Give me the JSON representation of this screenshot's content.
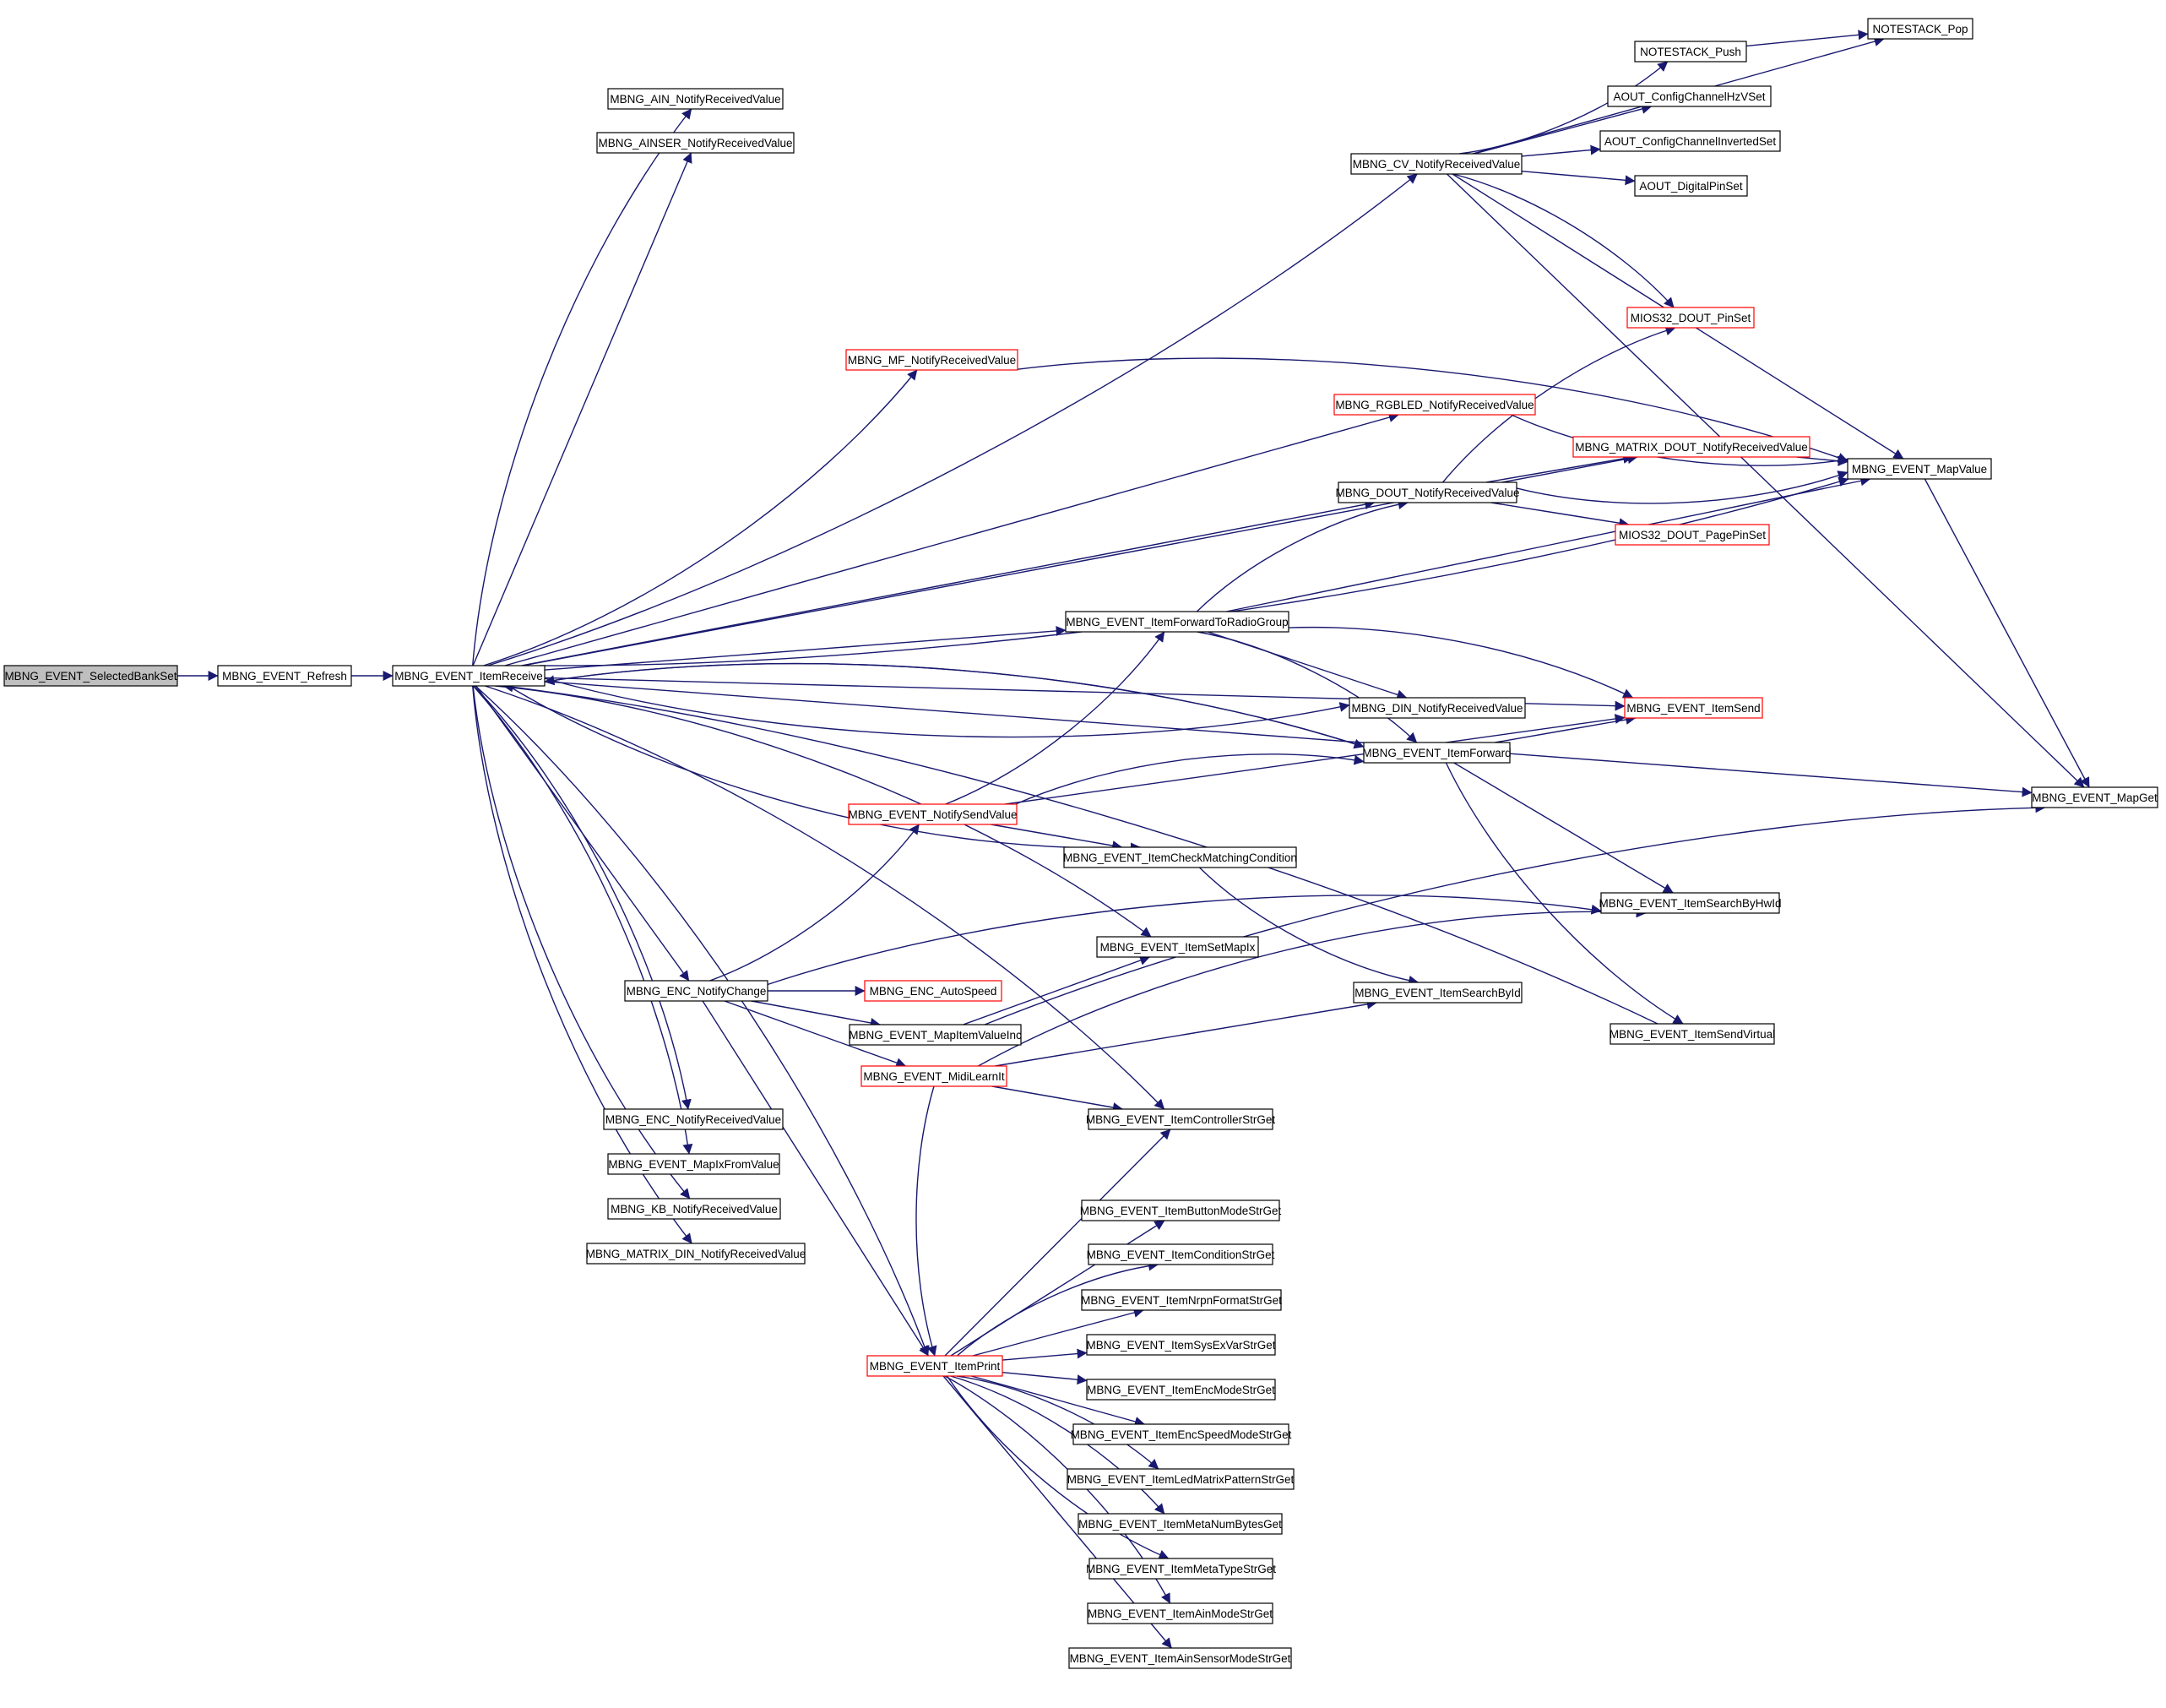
{
  "graph": {
    "edge_color": "#191970",
    "truncated_border_color": "#ff0000",
    "root_fill_color": "#bfbfbf",
    "nodes": [
      {
        "id": "selectedbankset",
        "label": "MBNG_EVENT_SelectedBankSet",
        "style": "root"
      },
      {
        "id": "refresh",
        "label": "MBNG_EVENT_Refresh",
        "style": "normal"
      },
      {
        "id": "itemreceive",
        "label": "MBNG_EVENT_ItemReceive",
        "style": "normal"
      },
      {
        "id": "ain_nrv",
        "label": "MBNG_AIN_NotifyReceivedValue",
        "style": "normal"
      },
      {
        "id": "ainser_nrv",
        "label": "MBNG_AINSER_NotifyReceivedValue",
        "style": "normal"
      },
      {
        "id": "cv_nrv",
        "label": "MBNG_CV_NotifyReceivedValue",
        "style": "normal"
      },
      {
        "id": "mf_nrv",
        "label": "MBNG_MF_NotifyReceivedValue",
        "style": "truncated"
      },
      {
        "id": "rgbled_nrv",
        "label": "MBNG_RGBLED_NotifyReceivedValue",
        "style": "truncated"
      },
      {
        "id": "matrix_dout_nrv",
        "label": "MBNG_MATRIX_DOUT_NotifyReceivedValue",
        "style": "truncated"
      },
      {
        "id": "dout_nrv",
        "label": "MBNG_DOUT_NotifyReceivedValue",
        "style": "normal"
      },
      {
        "id": "fwd_radio",
        "label": "MBNG_EVENT_ItemForwardToRadioGroup",
        "style": "normal"
      },
      {
        "id": "din_nrv",
        "label": "MBNG_DIN_NotifyReceivedValue",
        "style": "normal"
      },
      {
        "id": "itemforward",
        "label": "MBNG_EVENT_ItemForward",
        "style": "normal"
      },
      {
        "id": "itemsend",
        "label": "MBNG_EVENT_ItemSend",
        "style": "truncated"
      },
      {
        "id": "notifysendvalue",
        "label": "MBNG_EVENT_NotifySendValue",
        "style": "truncated"
      },
      {
        "id": "checkmatching",
        "label": "MBNG_EVENT_ItemCheckMatchingCondition",
        "style": "normal"
      },
      {
        "id": "searchbyhwid",
        "label": "MBNG_EVENT_ItemSearchByHwId",
        "style": "normal"
      },
      {
        "id": "setmapix",
        "label": "MBNG_EVENT_ItemSetMapIx",
        "style": "normal"
      },
      {
        "id": "enc_nc",
        "label": "MBNG_ENC_NotifyChange",
        "style": "normal"
      },
      {
        "id": "enc_autospeed",
        "label": "MBNG_ENC_AutoSpeed",
        "style": "truncated"
      },
      {
        "id": "searchbyid",
        "label": "MBNG_EVENT_ItemSearchById",
        "style": "normal"
      },
      {
        "id": "mapitemvalueinc",
        "label": "MBNG_EVENT_MapItemValueInc",
        "style": "normal"
      },
      {
        "id": "sendvirtual",
        "label": "MBNG_EVENT_ItemSendVirtual",
        "style": "normal"
      },
      {
        "id": "midilearnit",
        "label": "MBNG_EVENT_MidiLearnIt",
        "style": "truncated"
      },
      {
        "id": "controllerstrget",
        "label": "MBNG_EVENT_ItemControllerStrGet",
        "style": "normal"
      },
      {
        "id": "enc_nrv",
        "label": "MBNG_ENC_NotifyReceivedValue",
        "style": "normal"
      },
      {
        "id": "mapixfromvalue",
        "label": "MBNG_EVENT_MapIxFromValue",
        "style": "normal"
      },
      {
        "id": "kb_nrv",
        "label": "MBNG_KB_NotifyReceivedValue",
        "style": "normal"
      },
      {
        "id": "matrix_din_nrv",
        "label": "MBNG_MATRIX_DIN_NotifyReceivedValue",
        "style": "normal"
      },
      {
        "id": "buttonmode",
        "label": "MBNG_EVENT_ItemButtonModeStrGet",
        "style": "normal"
      },
      {
        "id": "conditionstr",
        "label": "MBNG_EVENT_ItemConditionStrGet",
        "style": "normal"
      },
      {
        "id": "nrpnformat",
        "label": "MBNG_EVENT_ItemNrpnFormatStrGet",
        "style": "normal"
      },
      {
        "id": "sysexvar",
        "label": "MBNG_EVENT_ItemSysExVarStrGet",
        "style": "normal"
      },
      {
        "id": "itemprint",
        "label": "MBNG_EVENT_ItemPrint",
        "style": "truncated"
      },
      {
        "id": "encmode",
        "label": "MBNG_EVENT_ItemEncModeStrGet",
        "style": "normal"
      },
      {
        "id": "encspeedmode",
        "label": "MBNG_EVENT_ItemEncSpeedModeStrGet",
        "style": "normal"
      },
      {
        "id": "ledmatrixpattern",
        "label": "MBNG_EVENT_ItemLedMatrixPatternStrGet",
        "style": "normal"
      },
      {
        "id": "metanumbytes",
        "label": "MBNG_EVENT_ItemMetaNumBytesGet",
        "style": "normal"
      },
      {
        "id": "metatype",
        "label": "MBNG_EVENT_ItemMetaTypeStrGet",
        "style": "normal"
      },
      {
        "id": "ainmode",
        "label": "MBNG_EVENT_ItemAinModeStrGet",
        "style": "normal"
      },
      {
        "id": "ainsensormode",
        "label": "MBNG_EVENT_ItemAinSensorModeStrGet",
        "style": "normal"
      },
      {
        "id": "notestack_pop",
        "label": "NOTESTACK_Pop",
        "style": "normal"
      },
      {
        "id": "notestack_push",
        "label": "NOTESTACK_Push",
        "style": "normal"
      },
      {
        "id": "aout_hzv",
        "label": "AOUT_ConfigChannelHzVSet",
        "style": "normal"
      },
      {
        "id": "aout_inverted",
        "label": "AOUT_ConfigChannelInvertedSet",
        "style": "normal"
      },
      {
        "id": "aout_digital",
        "label": "AOUT_DigitalPinSet",
        "style": "normal"
      },
      {
        "id": "mios_dout_pinset",
        "label": "MIOS32_DOUT_PinSet",
        "style": "truncated"
      },
      {
        "id": "mapvalue",
        "label": "MBNG_EVENT_MapValue",
        "style": "normal"
      },
      {
        "id": "mios_dout_pagepinset",
        "label": "MIOS32_DOUT_PagePinSet",
        "style": "truncated"
      },
      {
        "id": "mapget",
        "label": "MBNG_EVENT_MapGet",
        "style": "normal"
      }
    ],
    "edges": [
      [
        "selectedbankset",
        "refresh"
      ],
      [
        "refresh",
        "itemreceive"
      ],
      [
        "itemreceive",
        "ain_nrv"
      ],
      [
        "itemreceive",
        "ainser_nrv"
      ],
      [
        "itemreceive",
        "cv_nrv"
      ],
      [
        "itemreceive",
        "mapget"
      ],
      [
        "itemreceive",
        "mf_nrv"
      ],
      [
        "itemreceive",
        "rgbled_nrv"
      ],
      [
        "itemreceive",
        "matrix_dout_nrv"
      ],
      [
        "itemreceive",
        "dout_nrv"
      ],
      [
        "itemreceive",
        "mapvalue"
      ],
      [
        "itemreceive",
        "itemsend"
      ],
      [
        "itemreceive",
        "fwd_radio"
      ],
      [
        "itemreceive",
        "din_nrv"
      ],
      [
        "itemreceive",
        "itemforward"
      ],
      [
        "itemreceive",
        "checkmatching"
      ],
      [
        "itemreceive",
        "setmapix"
      ],
      [
        "itemreceive",
        "enc_nc"
      ],
      [
        "itemreceive",
        "controllerstrget"
      ],
      [
        "itemreceive",
        "mapixfromvalue"
      ],
      [
        "itemreceive",
        "enc_nrv"
      ],
      [
        "itemreceive",
        "kb_nrv"
      ],
      [
        "itemreceive",
        "matrix_din_nrv"
      ],
      [
        "itemreceive",
        "itemprint"
      ],
      [
        "cv_nrv",
        "notestack_pop"
      ],
      [
        "cv_nrv",
        "notestack_push"
      ],
      [
        "notestack_push",
        "notestack_pop"
      ],
      [
        "cv_nrv",
        "aout_hzv"
      ],
      [
        "cv_nrv",
        "aout_inverted"
      ],
      [
        "cv_nrv",
        "aout_digital"
      ],
      [
        "cv_nrv",
        "mios_dout_pinset"
      ],
      [
        "cv_nrv",
        "mapvalue"
      ],
      [
        "cv_nrv",
        "mapget"
      ],
      [
        "mf_nrv",
        "mapvalue"
      ],
      [
        "rgbled_nrv",
        "mapvalue"
      ],
      [
        "matrix_dout_nrv",
        "mapvalue"
      ],
      [
        "dout_nrv",
        "mios_dout_pinset"
      ],
      [
        "dout_nrv",
        "matrix_dout_nrv"
      ],
      [
        "dout_nrv",
        "mapvalue"
      ],
      [
        "dout_nrv",
        "mios_dout_pagepinset"
      ],
      [
        "mapvalue",
        "mapget"
      ],
      [
        "fwd_radio",
        "dout_nrv"
      ],
      [
        "fwd_radio",
        "mapvalue"
      ],
      [
        "fwd_radio",
        "itemsend"
      ],
      [
        "fwd_radio",
        "din_nrv"
      ],
      [
        "fwd_radio",
        "itemforward"
      ],
      [
        "itemforward",
        "itemreceive"
      ],
      [
        "itemforward",
        "itemsend"
      ],
      [
        "itemforward",
        "searchbyhwid"
      ],
      [
        "itemforward",
        "sendvirtual"
      ],
      [
        "notifysendvalue",
        "fwd_radio"
      ],
      [
        "notifysendvalue",
        "itemforward"
      ],
      [
        "notifysendvalue",
        "itemsend"
      ],
      [
        "notifysendvalue",
        "checkmatching"
      ],
      [
        "checkmatching",
        "searchbyid"
      ],
      [
        "enc_nc",
        "notifysendvalue"
      ],
      [
        "enc_nc",
        "searchbyhwid"
      ],
      [
        "enc_nc",
        "enc_autospeed"
      ],
      [
        "enc_nc",
        "mapitemvalueinc"
      ],
      [
        "enc_nc",
        "midilearnit"
      ],
      [
        "enc_nc",
        "itemprint"
      ],
      [
        "mapitemvalueinc",
        "setmapix"
      ],
      [
        "mapitemvalueinc",
        "mapget"
      ],
      [
        "midilearnit",
        "searchbyid"
      ],
      [
        "midilearnit",
        "searchbyhwid"
      ],
      [
        "midilearnit",
        "controllerstrget"
      ],
      [
        "midilearnit",
        "itemprint"
      ],
      [
        "sendvirtual",
        "itemreceive"
      ],
      [
        "itemprint",
        "controllerstrget"
      ],
      [
        "itemprint",
        "buttonmode"
      ],
      [
        "itemprint",
        "conditionstr"
      ],
      [
        "itemprint",
        "nrpnformat"
      ],
      [
        "itemprint",
        "sysexvar"
      ],
      [
        "itemprint",
        "encmode"
      ],
      [
        "itemprint",
        "encspeedmode"
      ],
      [
        "itemprint",
        "ledmatrixpattern"
      ],
      [
        "itemprint",
        "metanumbytes"
      ],
      [
        "itemprint",
        "metatype"
      ],
      [
        "itemprint",
        "ainmode"
      ],
      [
        "itemprint",
        "ainsensormode"
      ]
    ]
  }
}
